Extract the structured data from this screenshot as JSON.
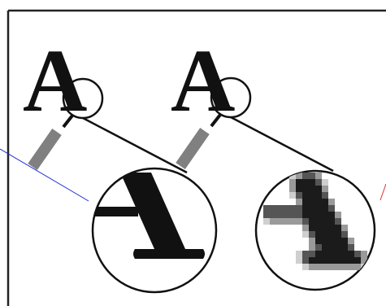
{
  "figure": {
    "glyph_text": "A",
    "left_panel": {
      "rendering": "smooth-vector"
    },
    "right_panel": {
      "rendering": "pixelated-bitmap"
    },
    "colors": {
      "ink": "#111111",
      "frame": "#222222",
      "handle": "#808080",
      "blue_line": "#1a2bd6",
      "red_line": "#e0302a",
      "pixel_dark": "#1b1b1b",
      "pixel_mid": "#555555",
      "pixel_light": "#9a9a9a",
      "pixel_faint": "#cfcfcf"
    },
    "icons": [
      "magnifier-icon",
      "magnifier-icon"
    ]
  }
}
